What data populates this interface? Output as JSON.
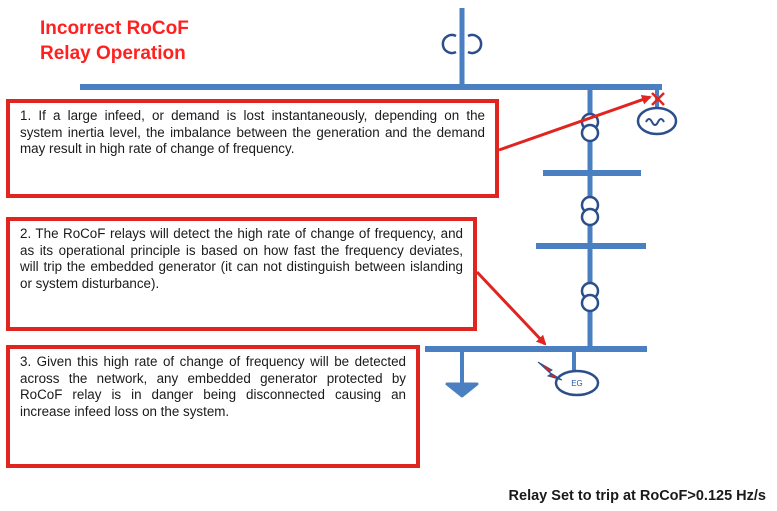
{
  "title": {
    "line1": "Incorrect RoCoF",
    "line2": "Relay Operation"
  },
  "boxes": [
    {
      "text": "1. If a large infeed, or demand is lost instantaneously, depending on the system inertia level, the imbalance between the generation and the demand may result in high rate of change of frequency."
    },
    {
      "text": "2. The RoCoF relays will detect the high rate of change of frequency, and as its operational principle is based on how fast the frequency deviates, will trip the embedded generator (it can not distinguish between islanding or system disturbance)."
    },
    {
      "text": "3. Given this high rate of change of frequency will be detected across the network, any embedded generator protected by RoCoF relay is in danger being disconnected causing an increase infeed loss on the system."
    }
  ],
  "diagram": {
    "generator_label": "EG"
  },
  "footer": "Relay Set to trip at RoCoF>0.125 Hz/s",
  "colors": {
    "bus": "#4a7fc1",
    "box_border": "#e0241f",
    "arrow": "#e0241f",
    "title": "#ff2020"
  }
}
